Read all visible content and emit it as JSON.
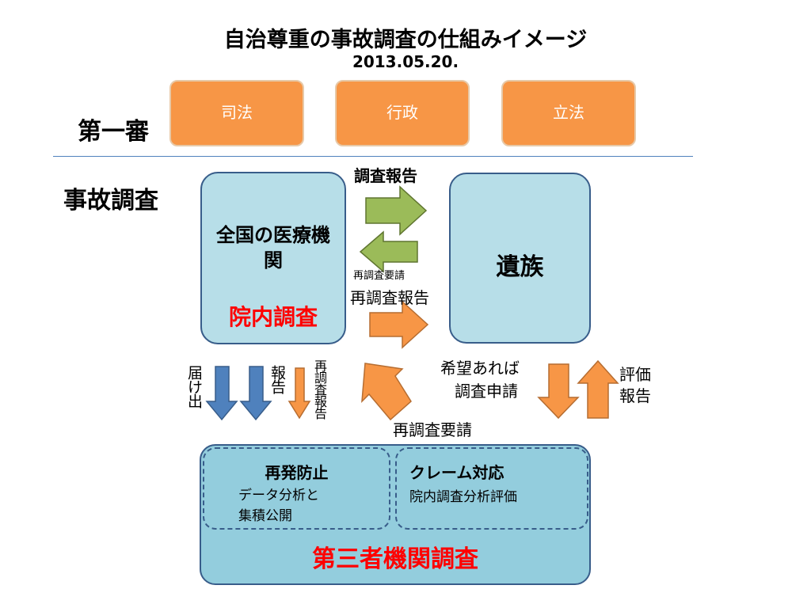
{
  "title": "自治尊重の事故調査の仕組みイメージ",
  "date": "2013.05.20.",
  "first_instance": {
    "label": "第一審",
    "boxes": [
      "司法",
      "行政",
      "立法"
    ]
  },
  "investigation_label": "事故調査",
  "hospital": {
    "name": "全国の医療機関",
    "internal": "院内調査"
  },
  "family": "遺族",
  "arrows": {
    "report": "調査報告",
    "reinvestigation_request_small": "再調査要請",
    "reinvestigation_report": "再調査報告",
    "notification": "届け出",
    "report_short": "報告",
    "reinvestigation_report_vertical": "再調査報告",
    "request_if_wanted_1": "希望あれば",
    "request_if_wanted_2": "調査申請",
    "evaluation_1": "評価",
    "evaluation_2": "報告",
    "reinvestigation_request": "再調査要請"
  },
  "third_party": {
    "name": "第三者機関調査",
    "prevention": {
      "title": "再発防止",
      "line1": "データ分析と",
      "line2": "集積公開"
    },
    "complaint": {
      "title": "クレーム対応",
      "line1": "院内調査分析評価"
    }
  },
  "colors": {
    "orange_box": "#f79646",
    "light_blue": "#b7dee8",
    "third_party_blue": "#93cddd",
    "border_blue": "#385d8a",
    "green_arrow": "#9bbb59",
    "blue_arrow": "#4f81bd",
    "orange_arrow": "#f79646",
    "red_text": "#ff0000"
  }
}
